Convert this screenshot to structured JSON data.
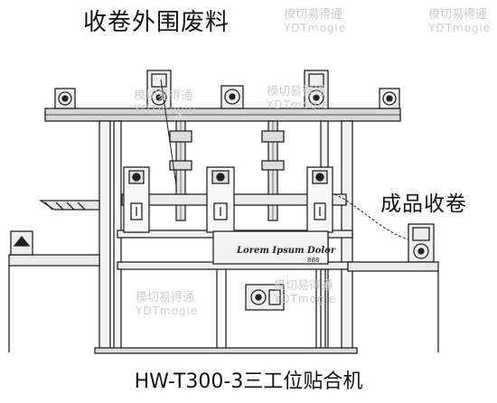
{
  "labels": {
    "top": "收卷外围废料",
    "right": "成品收卷",
    "caption": "HW-T300-3三工位贴合机",
    "plate": "Lorem Ipsum Dolor",
    "plate_small": "888"
  },
  "watermark": {
    "cn": "模切易得通",
    "en": "YDTmogie"
  }
}
